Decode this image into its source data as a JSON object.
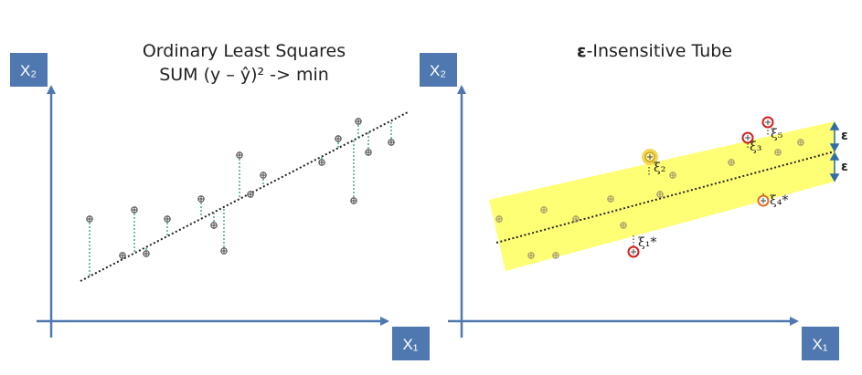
{
  "left_panel": {
    "title_line1": "Ordinary Least Squares",
    "title_line2": "SUM (y – ŷ)² -> min",
    "y_axis_label": "X₂",
    "x_axis_label": "X₁"
  },
  "right_panel": {
    "title_epsilon": "ε",
    "title_rest": "-Insensitive Tube",
    "y_axis_label": "X₂",
    "x_axis_label": "X₁",
    "epsilon_upper": "ε",
    "epsilon_lower": "ε",
    "slack_labels": {
      "xi1": "ξ₁*",
      "xi2": "ξ₂",
      "xi3": "ξ₃",
      "xi4": "ξ₄*",
      "xi5": "ξ₅"
    }
  },
  "colors": {
    "axis": "#4f78b0",
    "badge": "#4f78b0",
    "tube": "#ffff66",
    "residual": "#2e9e6b",
    "outlier_ring": "#d22020",
    "highlight": "#f2d03a"
  }
}
